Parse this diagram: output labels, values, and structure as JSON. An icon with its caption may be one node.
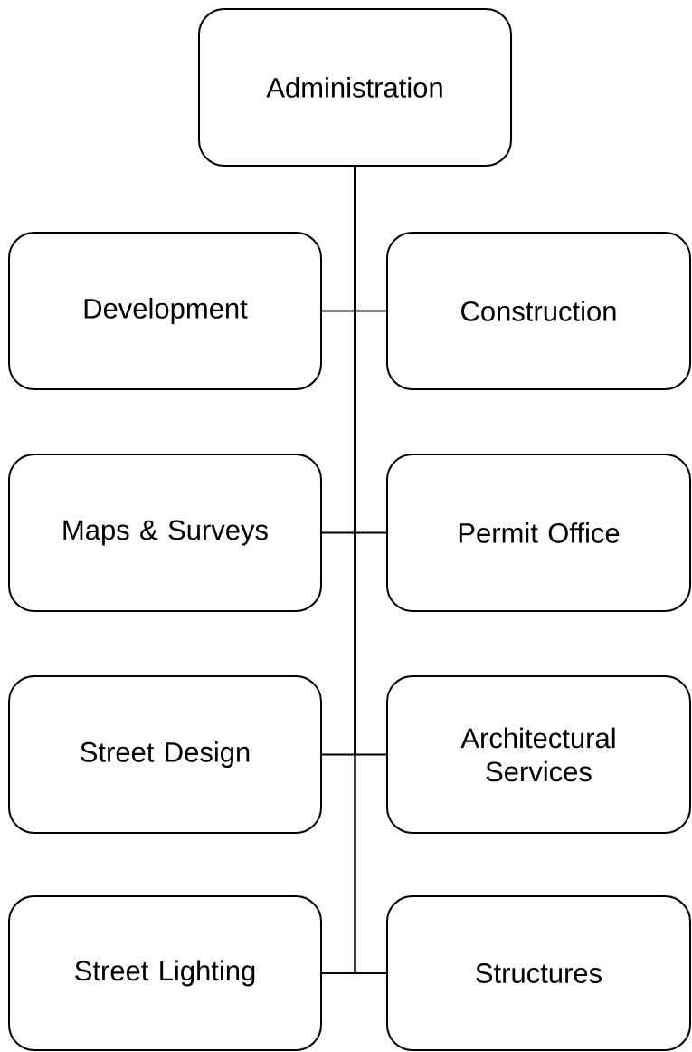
{
  "diagram": {
    "nodes": [
      {
        "text": [
          "Administration"
        ]
      },
      {
        "text": [
          "Development"
        ]
      },
      {
        "text": [
          "Construction"
        ]
      },
      {
        "text": [
          "Maps & Surveys"
        ]
      },
      {
        "text": [
          "Permit Office"
        ]
      },
      {
        "text": [
          "Street Design"
        ]
      },
      {
        "text": [
          "Architectural Services"
        ]
      },
      {
        "text": [
          "Street Lighting"
        ]
      },
      {
        "text": [
          "Structures"
        ]
      }
    ],
    "edges": [
      {
        "from": 0,
        "to": 1,
        "arrow": "none"
      },
      {
        "from": 0,
        "to": 2,
        "arrow": "none"
      },
      {
        "from": 0,
        "to": 3,
        "arrow": "none"
      },
      {
        "from": 0,
        "to": 4,
        "arrow": "none"
      },
      {
        "from": 0,
        "to": 5,
        "arrow": "none"
      },
      {
        "from": 0,
        "to": 6,
        "arrow": "none"
      },
      {
        "from": 0,
        "to": 7,
        "arrow": "none"
      },
      {
        "from": 0,
        "to": 8,
        "arrow": "none"
      }
    ]
  }
}
